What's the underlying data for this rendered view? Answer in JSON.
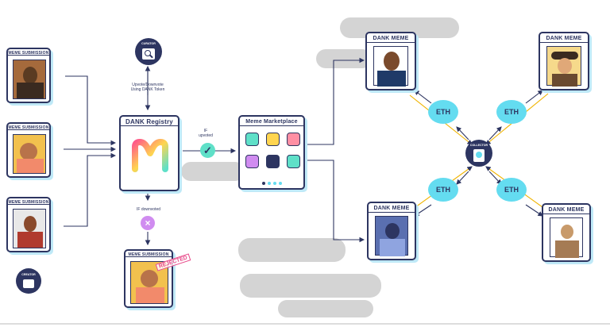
{
  "submissions": [
    {
      "title": "MEME SUBMISSION"
    },
    {
      "title": "MEME SUBMISSION"
    },
    {
      "title": "MEME SUBMISSION"
    }
  ],
  "creator": {
    "label": "CREATOR"
  },
  "curator": {
    "label": "CURATOR",
    "note": "Upvote/Downvote Using DANK Token"
  },
  "registry": {
    "title": "DANK Registry"
  },
  "if_upvoted": "IF upvoted",
  "if_downvoted": "IF downvoted",
  "rejected": {
    "title": "MEME SUBMISSION",
    "stamp": "REJECTED"
  },
  "marketplace": {
    "title": "Meme Marketplace",
    "tile_colors": [
      "#5fe0c8",
      "#ffd54f",
      "#ff8fa3",
      "#d08cf0",
      "#2d3561",
      "#5fe0c8"
    ]
  },
  "dank_memes": [
    {
      "title": "DANK MEME"
    },
    {
      "title": "DANK MEME"
    },
    {
      "title": "DANK MEME"
    },
    {
      "title": "DANK MEME"
    }
  ],
  "eth_labels": [
    "ETH",
    "ETH",
    "ETH",
    "ETH"
  ],
  "collector": {
    "label": "COLLECTOR"
  },
  "colors": {
    "navy": "#2d3561",
    "cyan": "#64dcf0",
    "shadow": "#bfe9f7",
    "gold": "#f0b400",
    "cloud": "#d4d4d4"
  }
}
